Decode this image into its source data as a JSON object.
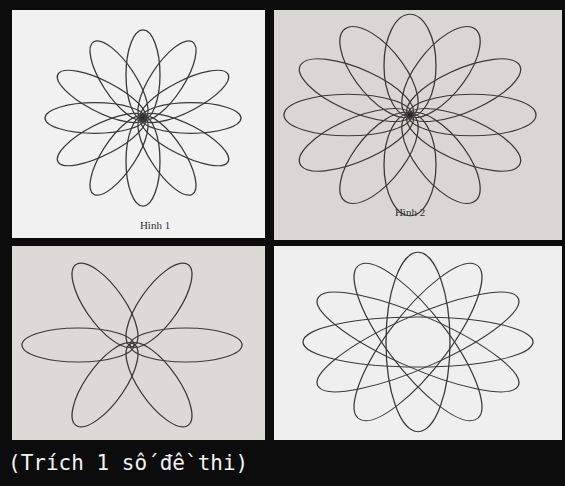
{
  "diagram": {
    "caption": "(Trích 1 số đề thi)",
    "labels": [
      "Hình 1",
      "Hình 2"
    ]
  }
}
